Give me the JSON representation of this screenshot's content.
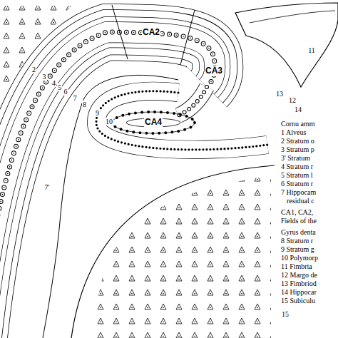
{
  "diagram": {
    "labels": [
      "CA2",
      "CA3",
      "CA4",
      "2",
      "3",
      "4",
      "5",
      "6",
      "7",
      "8",
      "9",
      "10",
      "7'",
      "11",
      "13",
      "12",
      "14",
      "15",
      "Cornu amm",
      "1 Alveus",
      "2 Stratum o",
      "3 Stratum p",
      "3' Stratum",
      "4 Stratum r",
      "5 Stratum l",
      "6 Stratum r",
      "7 Hippocam",
      "residual c",
      "CA1, CA2,",
      "Fields of the",
      "Gyrus denta",
      "8 Stratum r",
      "9 Stratum g",
      "10 Polymorp",
      "11 Fimbria",
      "12 Margo de",
      "13 Fimbriod",
      "14 Hippocar",
      "15 Subiculu"
    ]
  }
}
